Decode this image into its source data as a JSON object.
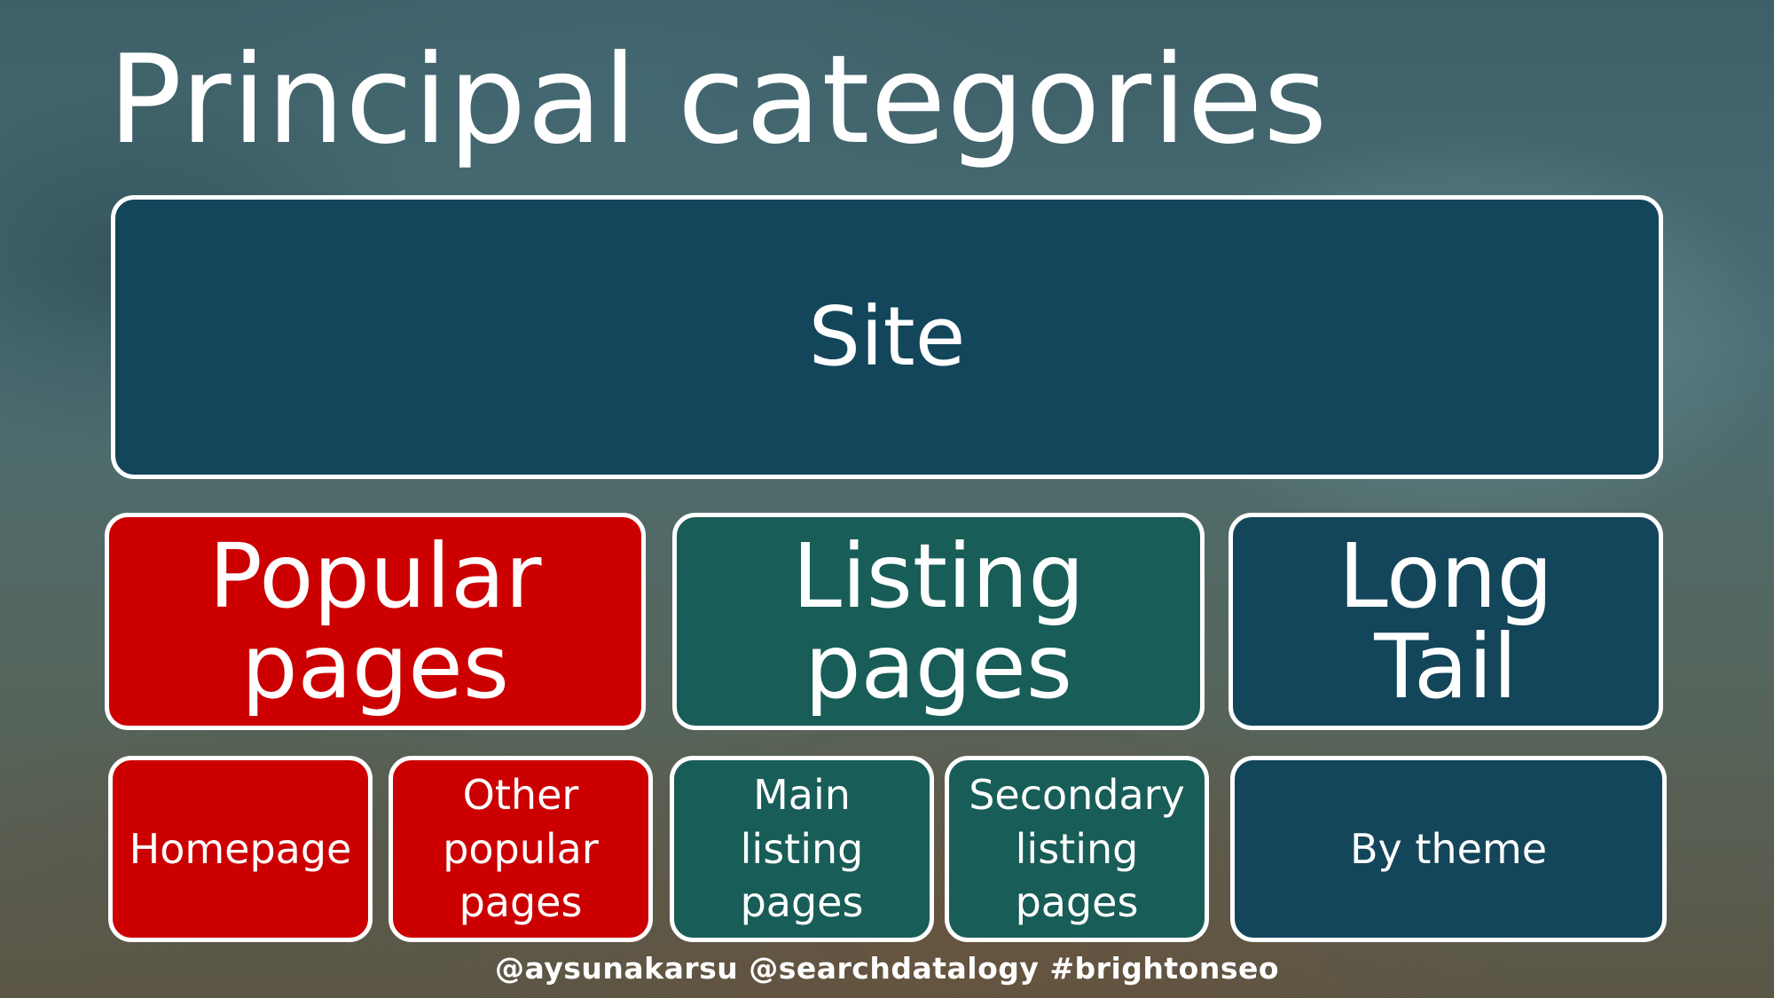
{
  "slide": {
    "title": "Principal categories",
    "footer": "@aysunakarsu  @searchdatalogy #brightonseo"
  },
  "colors": {
    "navy": "#13465a",
    "red": "#cc0000",
    "teal": "#185d57",
    "border": "#ffffff"
  },
  "tree": {
    "root": {
      "label": "Site"
    },
    "categories": [
      {
        "label": "Popular\npages",
        "color": "red"
      },
      {
        "label": "Listing\npages",
        "color": "teal"
      },
      {
        "label": "Long\nTail",
        "color": "navy"
      }
    ],
    "subcategories": [
      {
        "label": "Homepage",
        "parent": "Popular pages"
      },
      {
        "label": "Other\npopular\npages",
        "parent": "Popular pages"
      },
      {
        "label": "Main\nlisting\npages",
        "parent": "Listing pages"
      },
      {
        "label": "Secondary\nlisting\npages",
        "parent": "Listing pages"
      },
      {
        "label": "By theme",
        "parent": "Long Tail"
      }
    ]
  }
}
